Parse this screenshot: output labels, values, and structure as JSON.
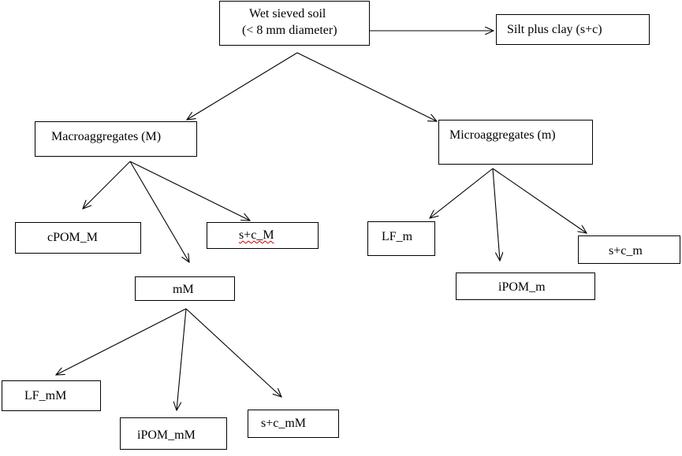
{
  "diagram": {
    "root": {
      "line1": "Wet sieved soil",
      "line2": "(< 8 mm diameter)"
    },
    "silt_clay": "Silt plus clay (s+c)",
    "macroaggregates": "Macroaggregates (M)",
    "microaggregates": "Microaggregates (m)",
    "cpom_M": "cPOM_M",
    "sc_M": "s+c_M",
    "mM": "mM",
    "lf_m": "LF_m",
    "ipom_m": "iPOM_m",
    "sc_m": "s+c_m",
    "lf_mM": "LF_mM",
    "ipom_mM": "iPOM_mM",
    "sc_mM": "s+c_mM"
  }
}
